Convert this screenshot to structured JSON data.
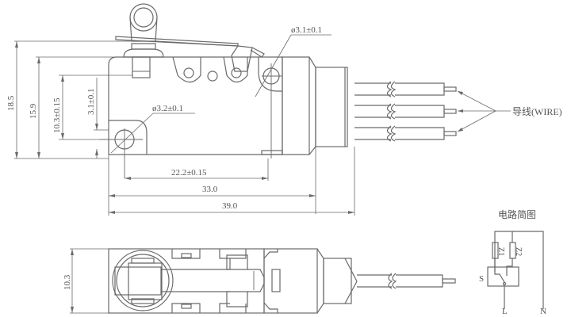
{
  "drawing": {
    "type": "micro switch with roller lever - technical dimension drawing",
    "line_color": "#6a6a6a",
    "text_color": "#555555",
    "background": "#ffffff"
  },
  "front_view": {
    "dimensions": {
      "hole_diameter_top": "ø3.1±0.1",
      "hole_diameter_mount": "ø3.2±0.1",
      "overall_height": "18.5",
      "body_height": "15.9",
      "hole_height": "10.3±0.15",
      "hole_offset": "3.1±0.1",
      "hole_spacing": "22.2±0.15",
      "body_length": "33.0",
      "overall_length": "39.0"
    },
    "wire_label": "导线(WIRE)",
    "wire_count": 3
  },
  "top_view": {
    "dimensions": {
      "width": "10.3"
    }
  },
  "circuit": {
    "title": "电路简图",
    "labels": {
      "switch": "S",
      "resistor1": "Z1",
      "resistor2": "Z2",
      "line": "L",
      "neutral": "N"
    }
  }
}
